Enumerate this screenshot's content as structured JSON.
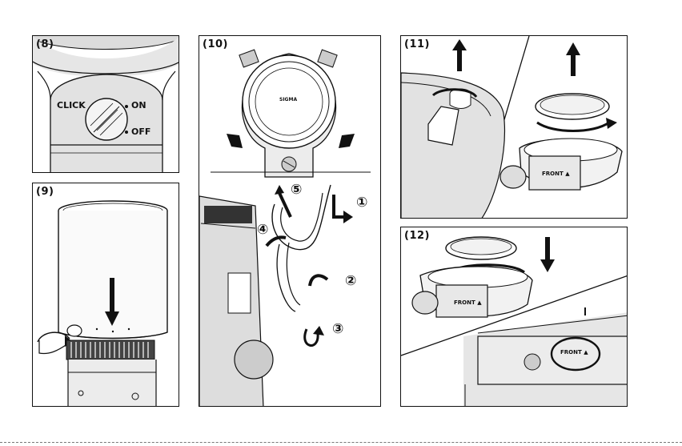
{
  "panels": {
    "p8": {
      "label": "(8)",
      "click": "CLICK",
      "on": "ON",
      "off": "OFF"
    },
    "p9": {
      "label": "(9)"
    },
    "p10": {
      "label": "(10)",
      "brand": "SIGMA",
      "steps": [
        "①",
        "②",
        "③",
        "④",
        "⑤"
      ]
    },
    "p11": {
      "label": "(11)",
      "front": "FRONT ▲"
    },
    "p12": {
      "label": "(12)",
      "front1": "FRONT ▲",
      "front2": "FRONT ▲"
    }
  }
}
